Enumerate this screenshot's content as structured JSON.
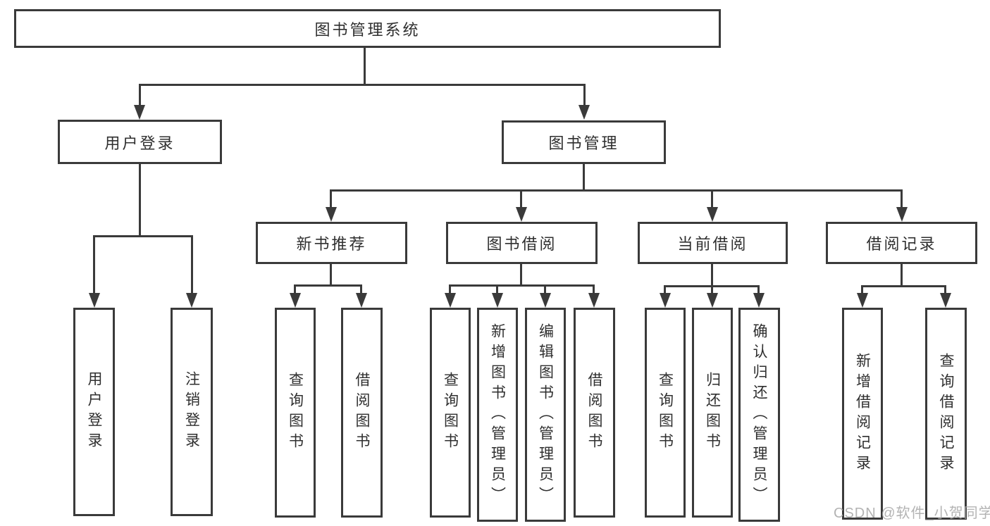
{
  "diagram": {
    "title": "图书管理系统",
    "colors": {
      "line": "#3a3a3a",
      "text": "#2f2f2f",
      "background": "#ffffff",
      "watermark": "#a6a6a6"
    },
    "watermark": "CSDN @软件_小贺同学",
    "nodes": {
      "root": "图书管理系统",
      "user_login": "用户登录",
      "book_mgmt": "图书管理",
      "new_book_rec": "新书推荐",
      "book_borrow": "图书借阅",
      "current_borrow": "当前借阅",
      "borrow_records": "借阅记录",
      "login_leaf": "用户登录",
      "logout_leaf": "注销登录",
      "rec_query": "查询图书",
      "rec_borrow": "借阅图书",
      "bb_query": "查询图书",
      "bb_add": "新增图书（管理员）",
      "bb_edit": "编辑图书（管理员）",
      "bb_borrow": "借阅图书",
      "cb_query": "查询图书",
      "cb_return": "归还图书",
      "cb_confirm": "确认归还（管理员）",
      "br_add": "新增借阅记录",
      "br_query": "查询借阅记录"
    }
  }
}
